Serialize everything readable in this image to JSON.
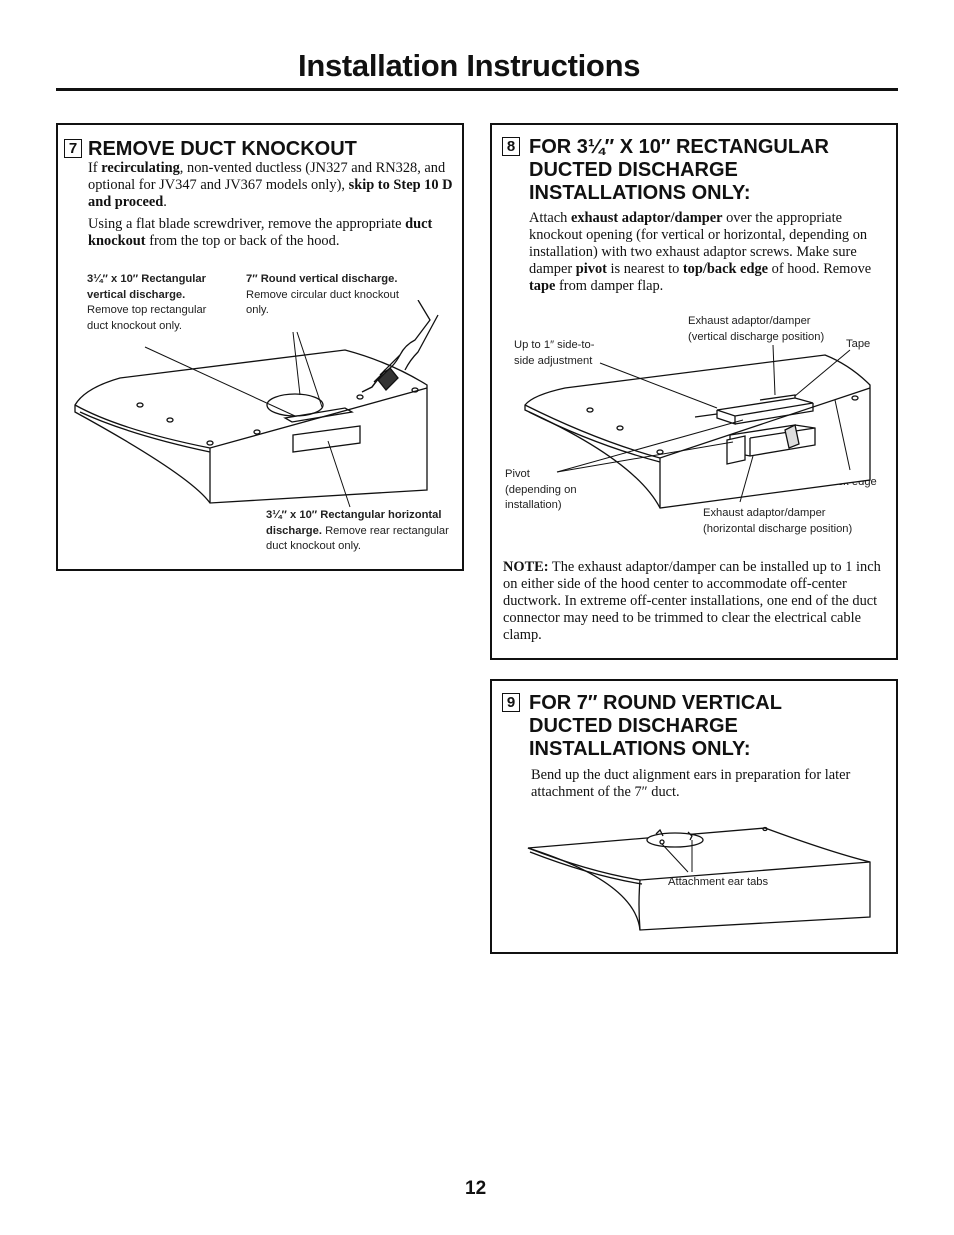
{
  "page": {
    "title": "Installation Instructions",
    "page_number": "12"
  },
  "step7": {
    "number": "7",
    "heading": "REMOVE DUCT KNOCKOUT",
    "p1": {
      "t1": "If ",
      "b1": "recirculating",
      "t2": ", non-vented ductless (JN327 and RN328, and optional for JV347 and JV367 models only), ",
      "b2": "skip to Step 10 D and proceed",
      "t3": "."
    },
    "p2": {
      "t1": "Using a flat blade screwdriver, remove the appropriate ",
      "b1": "duct knockout",
      "t2": " from the top or back of the hood."
    },
    "labels": {
      "rect_vertical_bold": "3¼″ x 10″ Rectangular vertical discharge.",
      "rect_vertical_text": "Remove top rectangular duct knockout only.",
      "round_vertical_bold": "7″ Round vertical discharge.",
      "round_vertical_text": "Remove circular duct knockout only.",
      "rect_horizontal_bold": "3¼″ x 10″ Rectangular horizontal discharge.",
      "rect_horizontal_text": "Remove rear rectangular duct knockout only."
    }
  },
  "step8": {
    "number": "8",
    "heading": "FOR 3¼″ X 10″ RECTANGULAR DUCTED DISCHARGE INSTALLATIONS ONLY:",
    "p1": {
      "t1": "Attach ",
      "b1": "exhaust adaptor/damper",
      "t2": " over the appropriate knockout opening (for vertical or horizontal, depending on installation) with two exhaust adaptor screws. Make sure damper ",
      "b2": "pivot",
      "t3": " is nearest to ",
      "b3": "top/back edge",
      "t4": " of hood. Remove ",
      "b4": "tape",
      "t5": " from damper flap."
    },
    "labels": {
      "side_adjust": "Up to 1″ side-to-side adjustment",
      "adaptor_vertical": "Exhaust adaptor/damper (vertical discharge position)",
      "tape": "Tape",
      "pivot": "Pivot (depending on installation)",
      "top_back_edge": "Top/back edge",
      "adaptor_horizontal": "Exhaust adaptor/damper (horizontal discharge position)"
    },
    "note": {
      "b1": "NOTE:",
      "t1": " The exhaust adaptor/damper can be installed up to 1 inch on either side of the hood center to accommodate off-center ductwork. In extreme off-center installations, one end of the duct connector may need to be trimmed to clear the electrical cable clamp."
    }
  },
  "step9": {
    "number": "9",
    "heading": "FOR 7″ ROUND VERTICAL DUCTED DISCHARGE INSTALLATIONS ONLY:",
    "p1": "Bend up the duct alignment ears in preparation for later attachment of the 7″ duct.",
    "labels": {
      "ear_tabs": "Attachment ear tabs"
    }
  }
}
